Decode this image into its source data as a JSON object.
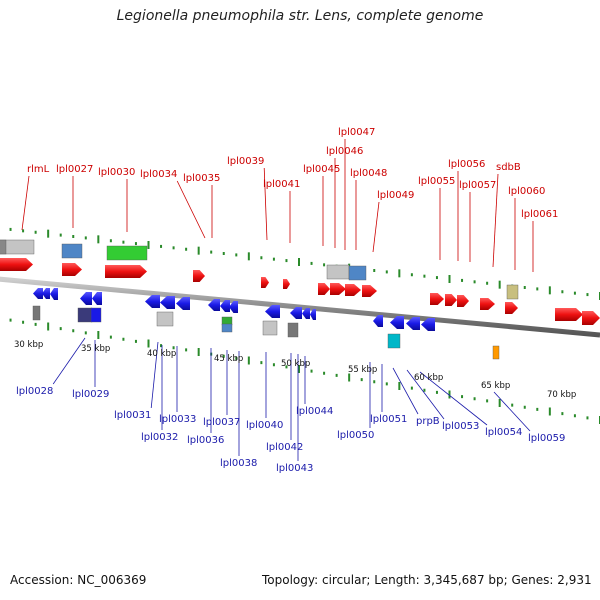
{
  "header": {
    "title": "Legionella pneumophila str. Lens, complete genome"
  },
  "footer": {
    "accession": "Accession: NC_006369",
    "summary": "Topology: circular; Length: 3,345,687 bp; Genes: 2,931"
  },
  "colors": {
    "forward_gene": "#ee1111",
    "reverse_gene": "#1a1ae6",
    "forward_label": "#cc0000",
    "reverse_label": "#1a1aaa",
    "backbone": "#888888",
    "tick": "#2a8a2a"
  },
  "scale_labels": [
    "30 kbp",
    "35 kbp",
    "40 kbp",
    "45 kbp",
    "50 kbp",
    "55 kbp",
    "60 kbp",
    "65 kbp",
    "70 kbp"
  ],
  "forward_gene_labels": [
    "rlmL",
    "lpl0027",
    "lpl0030",
    "lpl0034",
    "lpl0035",
    "lpl0039",
    "lpl0041",
    "lpl0045",
    "lpl0046",
    "lpl0047",
    "lpl0048",
    "lpl0049",
    "lpl0055",
    "lpl0056",
    "lpl0057",
    "sdbB",
    "lpl0060",
    "lpl0061"
  ],
  "reverse_gene_labels": [
    "lpl0028",
    "lpl0029",
    "lpl0031",
    "lpl0032",
    "lpl0033",
    "lpl0036",
    "lpl0037",
    "lpl0038",
    "lpl0040",
    "lpl0042",
    "lpl0043",
    "lpl0044",
    "lpl0050",
    "lpl0051",
    "prpB",
    "lpl0053",
    "lpl0054",
    "lpl0059"
  ]
}
